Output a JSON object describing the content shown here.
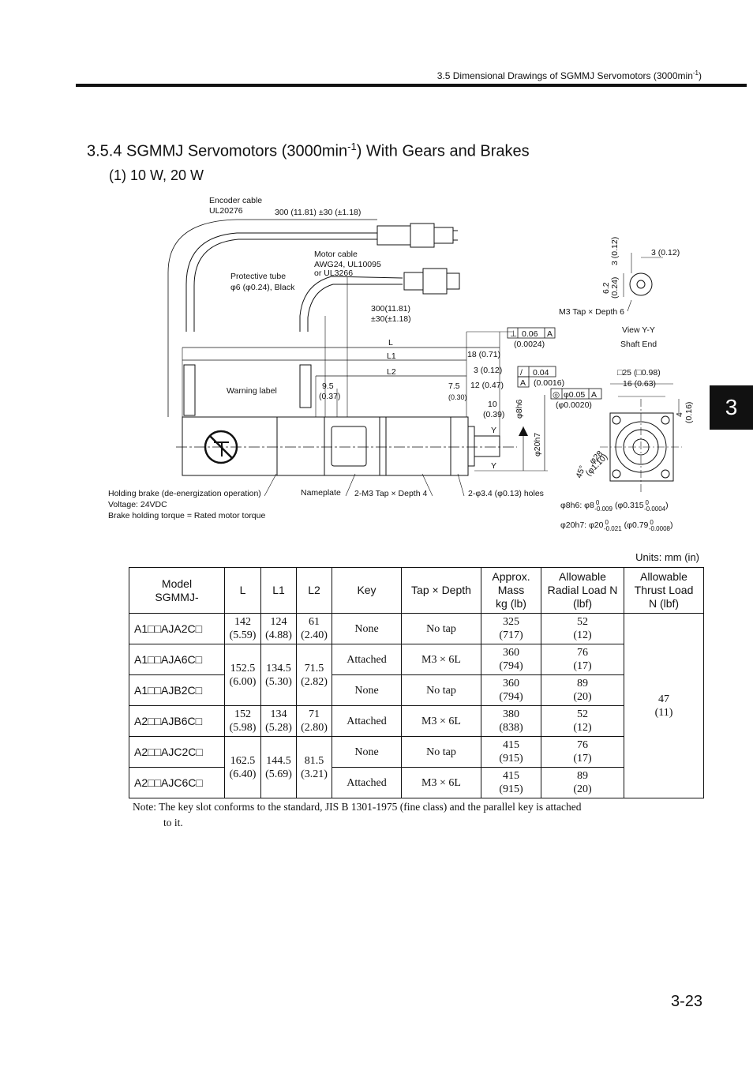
{
  "header": {
    "running_title": "3.5  Dimensional Drawings of SGMMJ Servomotors (3000min",
    "running_title_sup": "-1",
    "running_title_end": ")"
  },
  "section": {
    "number_title": "3.5.4  SGMMJ Servomotors (3000min",
    "title_sup": "-1",
    "title_end": ") With Gears and Brakes",
    "subtitle": "(1) 10 W, 20 W"
  },
  "chapter_tab": "3",
  "drawing": {
    "encoder_cable": [
      "Encoder cable",
      "UL20276"
    ],
    "encoder_cable_length": "300 (11.81) ±30 (±1.18)",
    "motor_cable": [
      "Motor cable",
      "AWG24, UL10095",
      "or UL3266"
    ],
    "protective_tube": [
      "Protective tube",
      "φ6 (φ0.24), Black"
    ],
    "motor_cable_length": [
      "300(11.81)",
      "±30(±1.18)"
    ],
    "dim_L": "L",
    "dim_L1": "L1",
    "dim_L2": "L2",
    "dim_18": "18 (0.71)",
    "dim_3": "3 (0.12)",
    "dim_12": "12 (0.47)",
    "dim_10": [
      "10",
      "(0.39)"
    ],
    "dim_9_5": [
      "9.5",
      "(0.37)"
    ],
    "dim_7_5": [
      "7.5",
      "(0.30)"
    ],
    "warning_label": "Warning label",
    "perp_tol": [
      "0.06",
      "A",
      "(0.0024)"
    ],
    "par_tol": [
      "0.04",
      "A",
      "(0.0016)"
    ],
    "conc_tol": [
      "φ0.05",
      "A",
      "(φ0.0020)"
    ],
    "phi8h6": "φ8h6",
    "phi20h7": "φ20h7",
    "Y_mark": "Y",
    "view_yy": [
      "View Y-Y",
      "Shaft End"
    ],
    "shaft_3": "3 (0.12)",
    "shaft_3_vert": "3 (0.12)",
    "shaft_6_2": [
      "6.2",
      "(0.24)"
    ],
    "m3_tap_6": "M3 Tap × Depth 6",
    "sq25": "□25 (□0.98)",
    "dim_16": "16 (0.63)",
    "dim_4": [
      "4",
      "(0.16)"
    ],
    "phi28": [
      "φ28",
      "(φ1.10)"
    ],
    "angle_45": "45°",
    "holding_brake": [
      "Holding brake (de-energization operation)",
      "Voltage: 24VDC",
      "Brake holding torque = Rated motor torque"
    ],
    "nameplate": "Nameplate",
    "m3_tap_4": "2-M3 Tap × Depth 4",
    "holes": "2-φ3.4 (φ0.13) holes",
    "tol_8h6": "φ8h6: φ8",
    "tol_8h6_a": [
      "0",
      "-0.009"
    ],
    "tol_8h6_b": "(φ0.315",
    "tol_8h6_c": [
      "0",
      "-0.0004"
    ],
    "tol_20h7": "φ20h7: φ20",
    "tol_20h7_a": [
      "0",
      "-0.021"
    ],
    "tol_20h7_b": "(φ0.79",
    "tol_20h7_c": [
      "0",
      "-0.0008"
    ]
  },
  "table": {
    "units": "Units: mm (in)",
    "headers": {
      "model": [
        "Model",
        "SGMMJ-"
      ],
      "L": "L",
      "L1": "L1",
      "L2": "L2",
      "key": "Key",
      "tap": "Tap × Depth",
      "mass": [
        "Approx.",
        "Mass",
        "kg (lb)"
      ],
      "radial": [
        "Allowable",
        "Radial Load N",
        "(lbf)"
      ],
      "thrust": [
        "Allowable",
        "Thrust Load",
        "N (lbf)"
      ]
    },
    "rows": [
      {
        "model": "A1□□AJA2C□",
        "key": "None",
        "tap": "No tap",
        "mass": [
          "325",
          "(717)"
        ],
        "radial": [
          "52",
          "(12)"
        ]
      },
      {
        "model": "A1□□AJA6C□",
        "key": "Attached",
        "tap": "M3 × 6L",
        "mass": [
          "360",
          "(794)"
        ],
        "radial": [
          "76",
          "(17)"
        ]
      },
      {
        "model": "A1□□AJB2C□",
        "key": "None",
        "tap": "No tap",
        "mass": [
          "360",
          "(794)"
        ],
        "radial": [
          "89",
          "(20)"
        ]
      },
      {
        "model": "A2□□AJB6C□",
        "key": "Attached",
        "tap": "M3 × 6L",
        "mass": [
          "380",
          "(838)"
        ],
        "radial": [
          "52",
          "(12)"
        ]
      },
      {
        "model": "A2□□AJC2C□",
        "key": "None",
        "tap": "No tap",
        "mass": [
          "415",
          "(915)"
        ],
        "radial": [
          "76",
          "(17)"
        ]
      },
      {
        "model": "A2□□AJC6C□",
        "key": "Attached",
        "tap": "M3 × 6L",
        "mass": [
          "415",
          "(915)"
        ],
        "radial": [
          "89",
          "(20)"
        ]
      }
    ],
    "dims": [
      {
        "L": [
          "142",
          "(5.59)"
        ],
        "L1": [
          "124",
          "(4.88)"
        ],
        "L2": [
          "61",
          "(2.40)"
        ]
      },
      {
        "L": [
          "152.5",
          "(6.00)"
        ],
        "L1": [
          "134.5",
          "(5.30)"
        ],
        "L2": [
          "71.5",
          "(2.82)"
        ]
      },
      {
        "L": [
          "152",
          "(5.98)"
        ],
        "L1": [
          "134",
          "(5.28)"
        ],
        "L2": [
          "71",
          "(2.80)"
        ]
      },
      {
        "L": [
          "162.5",
          "(6.40)"
        ],
        "L1": [
          "144.5",
          "(5.69)"
        ],
        "L2": [
          "81.5",
          "(3.21)"
        ]
      }
    ],
    "thrust": [
      "47",
      "(11)"
    ]
  },
  "note": {
    "line1": "Note:  The key slot conforms to the standard, JIS B 1301-1975 (fine class) and the parallel key is attached",
    "line2": "to it."
  },
  "page_number": "3-23"
}
